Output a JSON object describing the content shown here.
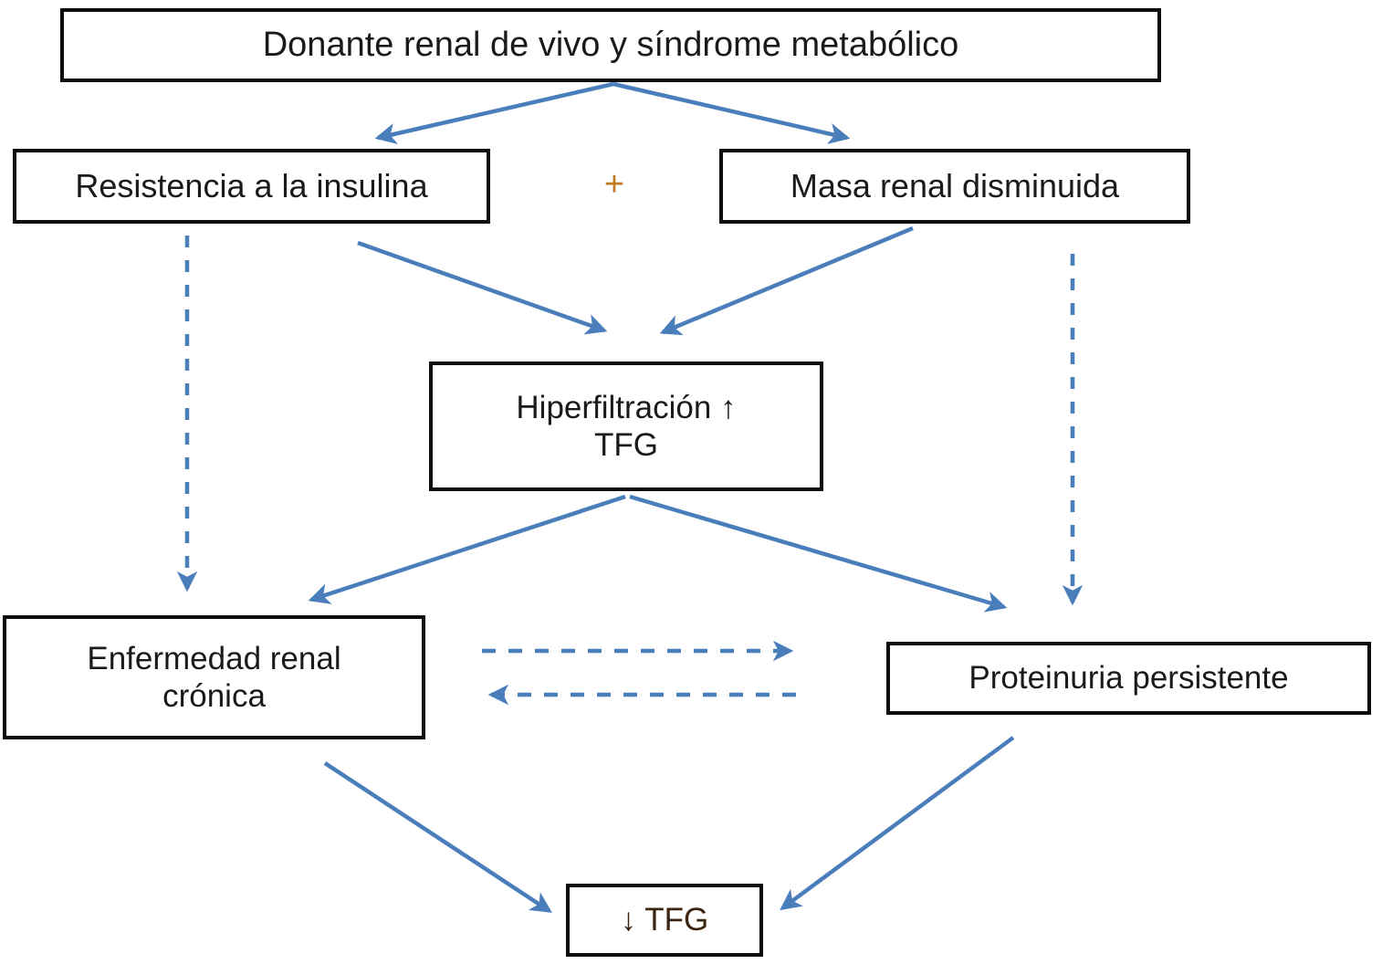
{
  "diagram": {
    "title_text": "Donante renal de vivo y síndrome metabólico",
    "operator_plus": "+",
    "nodes": {
      "top": "Donante renal de vivo y síndrome metabólico",
      "insulin_resistance": "Resistencia a la insulina",
      "reduced_renal_mass": "Masa renal disminuida",
      "hyperfiltration_line1": "Hiperfiltración ↑",
      "hyperfiltration_line2": "TFG",
      "ckd_line1": "Enfermedad renal",
      "ckd_line2": "crónica",
      "persistent_proteinuria": "Proteinuria persistente",
      "decreased_gfr": "↓  TFG"
    },
    "icons": {
      "up_arrow": "↑",
      "down_arrow": "↓"
    },
    "colors": {
      "arrow_blue": "#4A7EBB",
      "box_border": "#0d0d0d",
      "background": "#ffffff",
      "plus_orange": "#c07a20"
    },
    "edges": [
      {
        "name": "top-to-insulin",
        "style": "solid",
        "from": "top",
        "to": "insulin_resistance"
      },
      {
        "name": "top-to-mass",
        "style": "solid",
        "from": "top",
        "to": "reduced_renal_mass"
      },
      {
        "name": "insulin-to-hyper",
        "style": "solid",
        "from": "insulin_resistance",
        "to": "hyperfiltration"
      },
      {
        "name": "mass-to-hyper",
        "style": "solid",
        "from": "reduced_renal_mass",
        "to": "hyperfiltration"
      },
      {
        "name": "insulin-to-ckd",
        "style": "dashed",
        "from": "insulin_resistance",
        "to": "ckd"
      },
      {
        "name": "mass-to-proteinuria",
        "style": "dashed",
        "from": "reduced_renal_mass",
        "to": "persistent_proteinuria"
      },
      {
        "name": "hyper-to-ckd",
        "style": "solid",
        "from": "hyperfiltration",
        "to": "ckd"
      },
      {
        "name": "hyper-to-proteinuria",
        "style": "solid",
        "from": "hyperfiltration",
        "to": "persistent_proteinuria"
      },
      {
        "name": "ckd-to-proteinuria",
        "style": "dashed",
        "from": "ckd",
        "to": "persistent_proteinuria"
      },
      {
        "name": "proteinuria-to-ckd",
        "style": "dashed",
        "from": "persistent_proteinuria",
        "to": "ckd"
      },
      {
        "name": "ckd-to-gfr",
        "style": "solid",
        "from": "ckd",
        "to": "decreased_gfr"
      },
      {
        "name": "proteinuria-to-gfr",
        "style": "solid",
        "from": "persistent_proteinuria",
        "to": "decreased_gfr"
      }
    ]
  }
}
